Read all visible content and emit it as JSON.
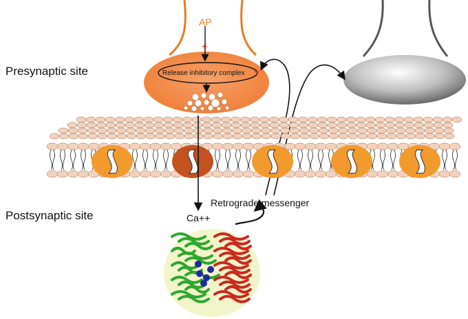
{
  "labels": {
    "presynaptic": "Presynaptic site",
    "postsynaptic": "Postsynaptic site",
    "ap": "AP",
    "complex": "Release inhibitory complex",
    "retrograde": "Retrograde messenger",
    "calcium": "Ca++",
    "plus_sign": "+"
  },
  "colors": {
    "presynaptic_terminal": "#f0843a",
    "terminal_outline": "#e87d1e",
    "lipid_head": "#f3d2bd",
    "channel": "#f29a2e",
    "channel_active": "#c2521f",
    "neighbor_terminal": "#7a7a7a",
    "protein_green": "#2ea82e",
    "protein_red": "#cc2a1e",
    "protein_blue": "#1f2a9e",
    "plus_sign": "#e0231a"
  },
  "icons": {
    "channels": "ion-channel-icon",
    "vesicles": "vesicle-icon",
    "protein": "protein-structure-icon"
  }
}
